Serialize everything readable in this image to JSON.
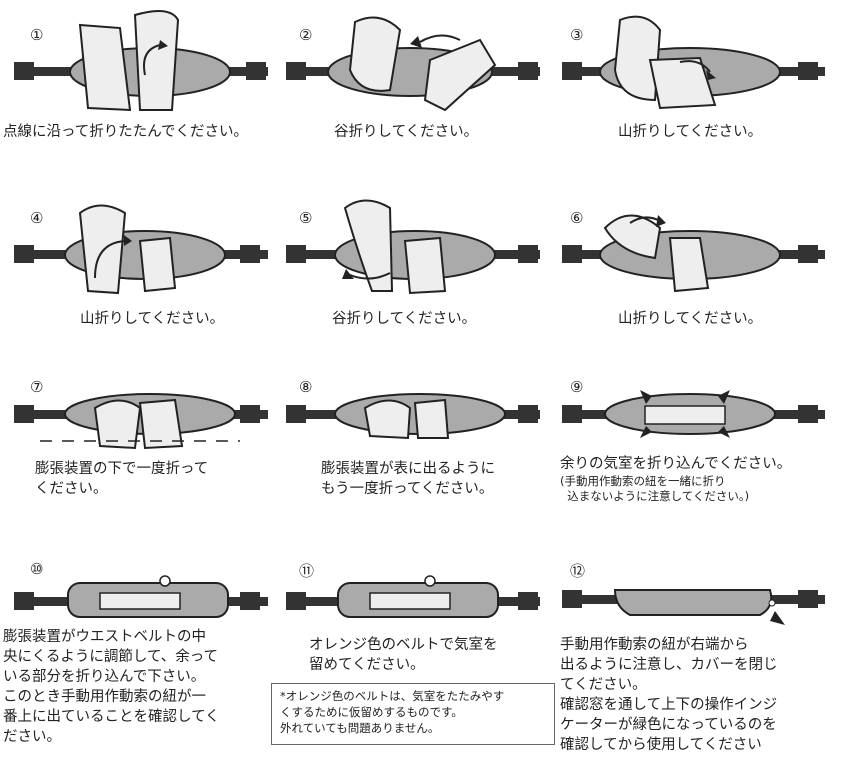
{
  "steps": [
    {
      "num": "①",
      "caption": "点線に沿って折りたたんでください。"
    },
    {
      "num": "②",
      "caption": "谷折りしてください。"
    },
    {
      "num": "③",
      "caption": "山折りしてください。"
    },
    {
      "num": "④",
      "caption": "山折りしてください。"
    },
    {
      "num": "⑤",
      "caption": "谷折りしてください。"
    },
    {
      "num": "⑥",
      "caption": "山折りしてください。"
    },
    {
      "num": "⑦",
      "caption": "膨張装置の下で一度折って\nください。"
    },
    {
      "num": "⑧",
      "caption": "膨張装置が表に出るように\nもう一度折ってください。"
    },
    {
      "num": "⑨",
      "caption": "余りの気室を折り込んでください。",
      "sub": "(手動用作動索の紐を一緒に折り\n  込まないように注意してください。)"
    },
    {
      "num": "⑩",
      "caption": "膨張装置がウエストベルトの中\n央にくるように調節して、余って\nいる部分を折り込んで下さい。\nこのとき手動用作動索の紐が一\n番上に出ていることを確認してく\nださい。"
    },
    {
      "num": "⑪",
      "caption": "オレンジ色のベルトで気室を\n留めてください。"
    },
    {
      "num": "⑫",
      "caption": "手動用作動索の紐が右端から\n出るように注意し、カバーを閉じ\nてください。\n確認窓を通して上下の操作インジ\nケーターが緑色になっているのを\n確認してから使用してください"
    }
  ],
  "note": "*オレンジ色のベルトは、気室をたたみやす\nくするために仮留めするものです。\n外れていても問題ありません。",
  "colors": {
    "body": "#aaaaaa",
    "bodyDark": "#8c8c8c",
    "belt": "#333333",
    "panel": "#eeeeee",
    "outline": "#222222"
  }
}
